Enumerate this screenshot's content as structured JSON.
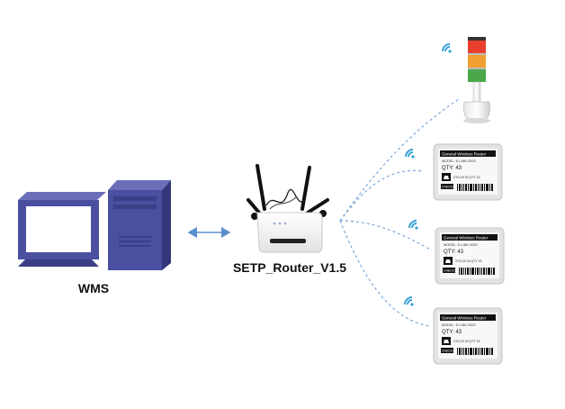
{
  "nodes": {
    "wms": {
      "label": "WMS"
    },
    "router": {
      "label": "SETP_Router_V1.5"
    }
  },
  "esl_tag": {
    "header": "General Wireless Router",
    "model": "MODEL: E-LINK-0000",
    "qty": "QTY: 43",
    "line": "STD-00 IN QTY 15",
    "button": "CHECK ▶"
  },
  "icons": [
    "computer-icon",
    "router-icon",
    "tower-light-icon",
    "wifi-icon",
    "esl-tag-icon",
    "barcode-icon",
    "cart-icon"
  ],
  "colors": {
    "computer_blue": "#4a4fa0",
    "screen_white": "#ffffff",
    "link_blue": "#5b8fd0",
    "wifi_blue": "#3aa0d8",
    "light_red": "#e8402c",
    "light_orange": "#f0a030",
    "light_green": "#4aa84a"
  }
}
